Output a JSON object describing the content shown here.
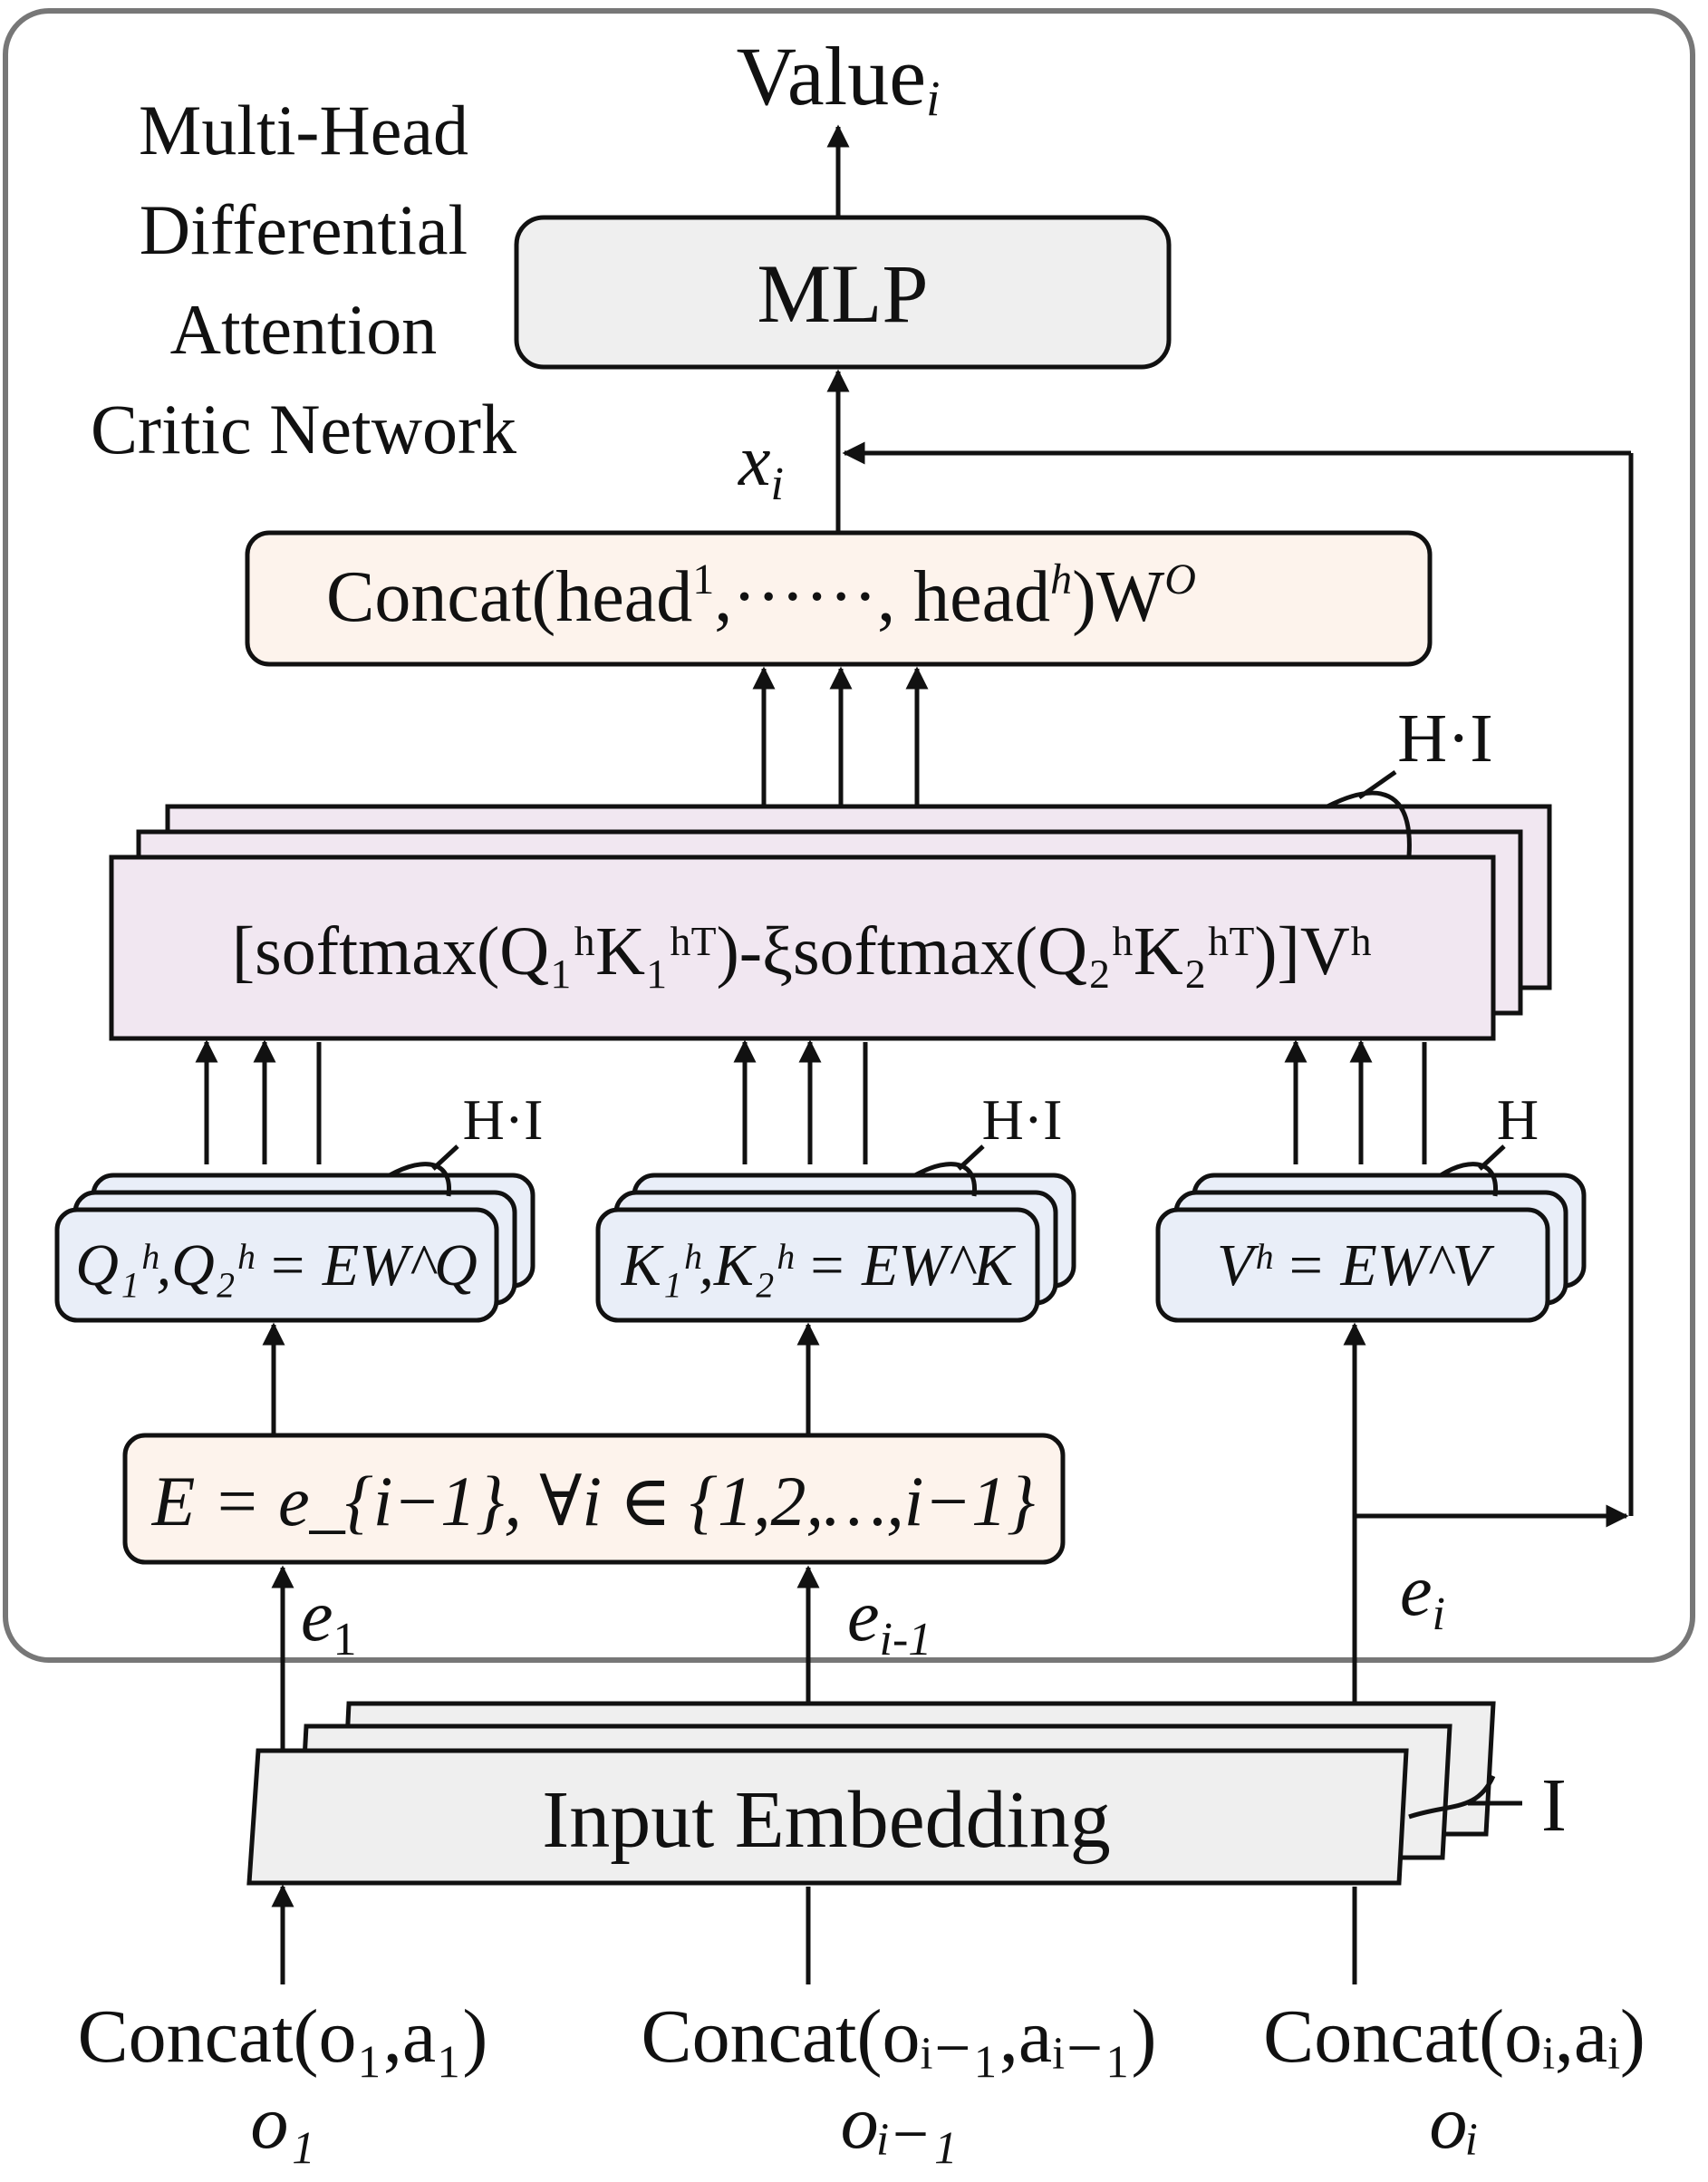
{
  "title_lines": [
    "Multi-Head",
    "Differential",
    "Attention",
    "Critic Network"
  ],
  "output": {
    "base": "Value",
    "sub": "i"
  },
  "mlp": "MLP",
  "x_label": {
    "base": "x",
    "sub": "i"
  },
  "concat_box": {
    "pre": "Concat(head",
    "sup1": "1",
    "mid": ",······, head",
    "suph": "h",
    "post": ")W",
    "supO": "O"
  },
  "hi_top": "H·I",
  "diff_box": "[softmax(Q₁ʰK₁ʰᵀ)-ξsoftmax(Q₂ʰK₂ʰᵀ)]Vʰ",
  "q_box": "Q₁ʰ,Q₂ʰ = EW^Q",
  "k_box": "K₁ʰ,K₂ʰ = EW^K",
  "v_box": "Vʰ = EW^V",
  "q_label": "H·I",
  "k_label": "H·I",
  "v_label": "H",
  "e_box": "E = e_{i−1}, ∀i ∈ {1,2,…,i−1}",
  "e1": {
    "base": "e",
    "sub": "1"
  },
  "eim1": {
    "base": "e",
    "sub": "i-1"
  },
  "ei": {
    "base": "e",
    "sub": "i"
  },
  "input_embedding": "Input Embedding",
  "i_label": "I",
  "inputs": [
    {
      "concat": "Concat(o₁,a₁)",
      "o": "o₁"
    },
    {
      "concat": "Concat(oᵢ₋₁,aᵢ₋₁)",
      "o": "oᵢ₋₁"
    },
    {
      "concat": "Concat(oᵢ,aᵢ)",
      "o": "oᵢ"
    }
  ],
  "colors": {
    "mlp_fill": "#efefef",
    "concat_fill": "#fdf3ec",
    "diff_fill": "#f1e7f1",
    "qkv_fill": "#e9eef8",
    "e_fill": "#fdf3ec",
    "embed_fill": "#efefef"
  }
}
